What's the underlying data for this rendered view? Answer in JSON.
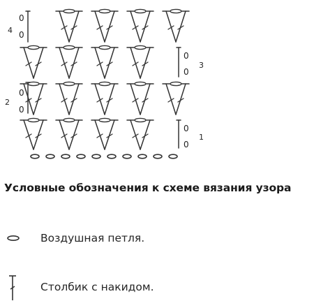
{
  "diagram": {
    "row_labels": [
      "1",
      "2",
      "3",
      "4"
    ],
    "stitch_mark": "0"
  },
  "legend": {
    "title": "Условные обозначения к схеме вязания узора",
    "items": [
      {
        "icon": "chain-stitch-icon",
        "label": "Воздушная петля."
      },
      {
        "icon": "double-crochet-icon",
        "label": "Столбик с накидом."
      }
    ]
  }
}
